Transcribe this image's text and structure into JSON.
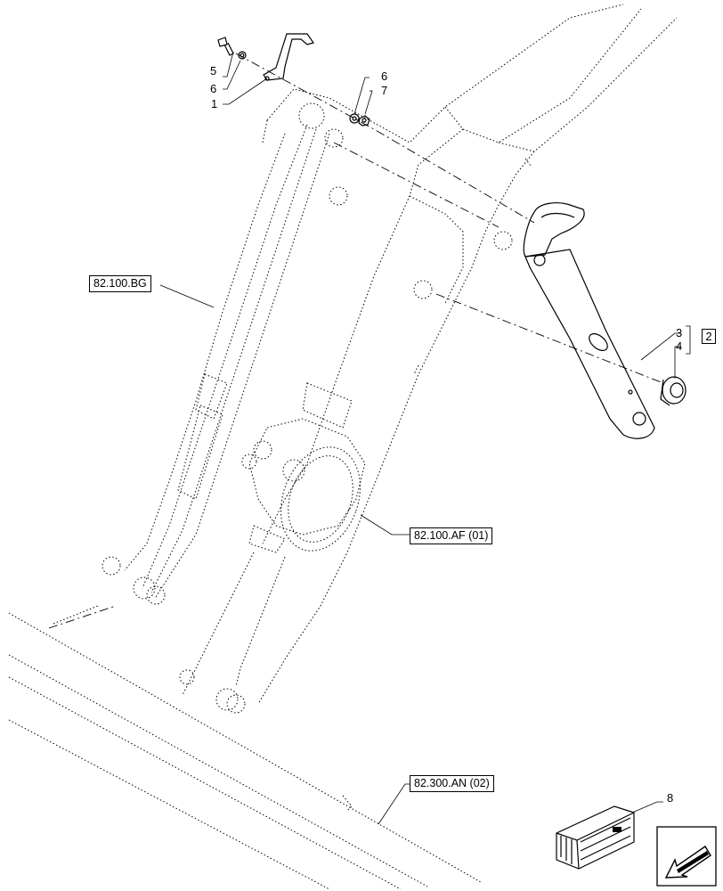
{
  "callouts": {
    "c5": "5",
    "c6a": "6",
    "c1": "1",
    "c6b": "6",
    "c7": "7",
    "c3": "3",
    "c4": "4",
    "c2": "2",
    "c8": "8"
  },
  "references": {
    "ref_bg": "82.100.BG",
    "ref_af": "82.100.AF (01)",
    "ref_an": "82.300.AN (02)"
  },
  "icons": {
    "kit_box": "crate-kit-icon",
    "nav_arrow": "previous-page-arrow-icon"
  }
}
